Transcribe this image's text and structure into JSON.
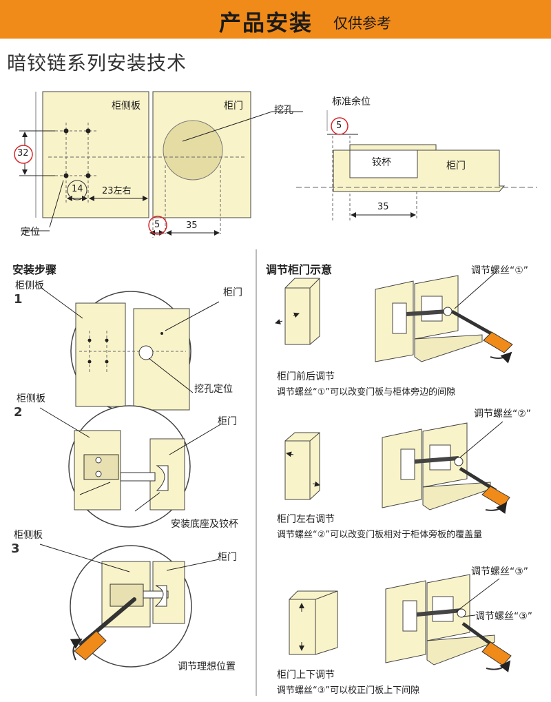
{
  "header": {
    "title": "产品安装",
    "subtitle": "仅供参考"
  },
  "section_title": "暗铰链系列安装技术",
  "top_diagram": {
    "side_panel_label": "柜侧板",
    "door_label": "柜门",
    "hole_label": "挖孔",
    "position_label": "定位",
    "dim_32": "32",
    "dim_14": "14",
    "dim_23": "23左右",
    "dim_5": "5",
    "dim_35": "35"
  },
  "clearance_diagram": {
    "title": "标准余位",
    "dim_5": "5",
    "cup_label": "铰杯",
    "door_label": "柜门",
    "dim_35": "35"
  },
  "install_steps": {
    "title": "安装步骤",
    "step1": {
      "num": "1",
      "side_label": "柜侧板",
      "door_label": "柜门",
      "caption": "挖孔定位"
    },
    "step2": {
      "num": "2",
      "side_label": "柜侧板",
      "door_label": "柜门",
      "caption": "安装底座及铰杯"
    },
    "step3": {
      "num": "3",
      "side_label": "柜侧板",
      "door_label": "柜门",
      "caption": "调节理想位置"
    }
  },
  "adjust": {
    "title": "调节柜门示意",
    "a1": {
      "screw_label": "调节螺丝“①”",
      "title": "柜门前后调节",
      "desc": "调节螺丝“①”可以改变门板与柜体旁边的间隙"
    },
    "a2": {
      "screw_label": "调节螺丝“②”",
      "title": "柜门左右调节",
      "desc": "调节螺丝“②”可以改变门板相对于柜体旁板的覆盖量"
    },
    "a3": {
      "screw_label": "调节螺丝“③”",
      "screw_label2": "调节螺丝“③”",
      "title": "柜门上下调节",
      "desc": "调节螺丝“③”可以校正门板上下间隙"
    }
  },
  "colors": {
    "banner": "#f08a18",
    "panel": "#f9f3c9",
    "hole": "#e5dca4",
    "mark_red": "#d8262b"
  }
}
